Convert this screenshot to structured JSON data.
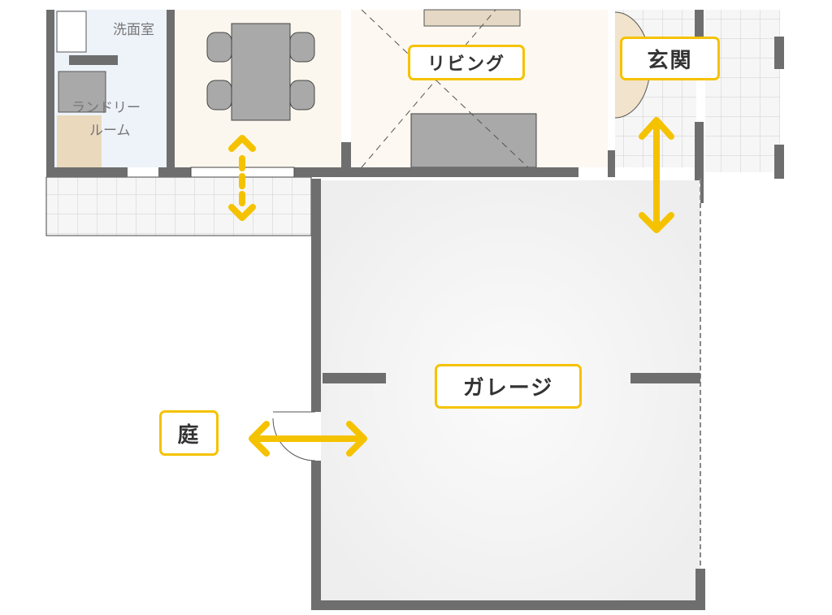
{
  "rooms": {
    "washroom": "洗面室",
    "laundry_line1": "ランドリー",
    "laundry_line2": "ルーム"
  },
  "labels": {
    "living": "リビング",
    "entrance": "玄関",
    "garage": "ガレージ",
    "garden": "庭"
  },
  "colors": {
    "accent": "#f5c200",
    "wall": "#6e6e6e",
    "floor_wood": "#fcf7ee",
    "floor_garage": "#f4f4f4"
  }
}
